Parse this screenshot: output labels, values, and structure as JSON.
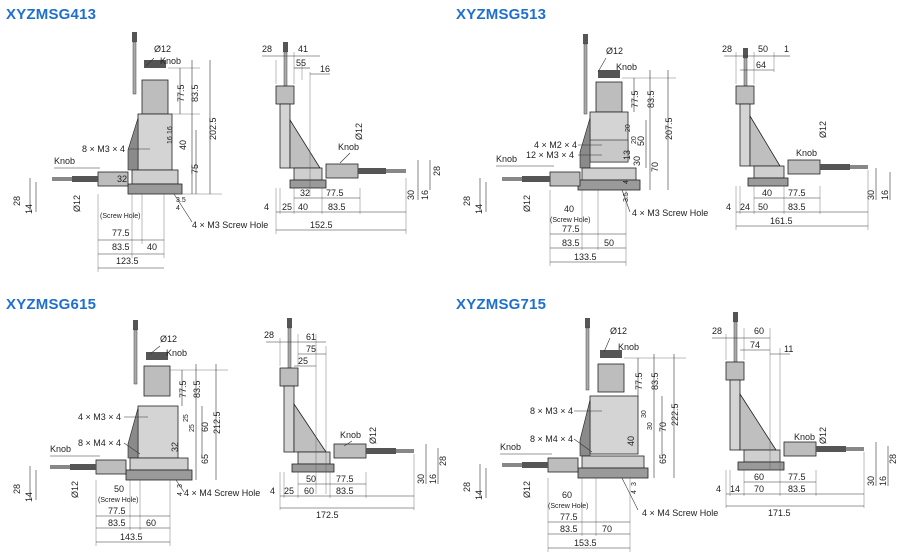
{
  "colors": {
    "title": "#1f6fd1",
    "line": "#333333",
    "body_dark": "#3a3a3a",
    "body_mid": "#8a8a8a",
    "body_light": "#d2d2d2"
  },
  "panels": [
    {
      "title": "XYZMSG413",
      "front": {
        "d12": "Ø12",
        "knob_top": "Knob",
        "v1": "77.5",
        "v2": "83.5",
        "v3": "202.5",
        "v4": "40",
        "v5": "75",
        "v6": "16",
        "v7": "16",
        "hole1": "8 × M3 × 4",
        "knob_side": "Knob",
        "h28": "28",
        "h14": "14",
        "d12s": "Ø12",
        "screw": "32",
        "screw_sub": "(Screw Hole)",
        "b1": "77.5",
        "b2": "83.5",
        "b3": "40",
        "b4": "123.5",
        "s35": "3.5",
        "s4": "4",
        "mhole": "4 × M3 Screw Hole"
      },
      "side": {
        "t28": "28",
        "t41": "41",
        "t55": "55",
        "t16": "16",
        "d12": "Ø12",
        "knob": "Knob",
        "r28": "28",
        "r30": "30",
        "r16": "16",
        "b32": "32",
        "b775": "77.5",
        "b4": "4",
        "b25": "25",
        "b40": "40",
        "b835": "83.5",
        "b1525": "152.5"
      }
    },
    {
      "title": "XYZMSG513",
      "front": {
        "d12": "Ø12",
        "knob_top": "Knob",
        "v1": "77.5",
        "v2": "83.5",
        "v3": "207.5",
        "v4": "70",
        "v5": "50",
        "v6": "20",
        "v7": "20",
        "v8": "13",
        "v9": "30",
        "hole1": "4 × M2 × 4",
        "hole2": "12 × M3 × 4",
        "knob_side": "Knob",
        "h28": "28",
        "h14": "14",
        "d12s": "Ø12",
        "screw": "40",
        "screw_sub": "(Screw Hole)",
        "b1": "77.5",
        "b2": "83.5",
        "b3": "50",
        "b4": "133.5",
        "s35": "3.5",
        "s4": "4",
        "mhole": "4 × M3 Screw Hole"
      },
      "side": {
        "t28": "28",
        "t50": "50",
        "t1": "1",
        "t64": "64",
        "d12": "Ø12",
        "knob": "Knob",
        "r30": "30",
        "r16": "16",
        "b40": "40",
        "b775": "77.5",
        "b4": "4",
        "b24": "24",
        "b50": "50",
        "b835": "83.5",
        "b1615": "161.5"
      }
    },
    {
      "title": "XYZMSG615",
      "front": {
        "d12": "Ø12",
        "knob_top": "Knob",
        "v1": "77.5",
        "v2": "83.5",
        "v3": "212.5",
        "v4": "60",
        "v5": "65",
        "v6": "25",
        "v7": "25",
        "v8": "32",
        "hole1": "4 × M3 × 4",
        "hole2": "8 × M4 × 4",
        "knob_side": "Knob",
        "h28": "28",
        "h14": "14",
        "d12s": "Ø12",
        "screw": "50",
        "screw_sub": "(Screw Hole)",
        "b1": "77.5",
        "b2": "83.5",
        "b3": "60",
        "b4": "143.5",
        "s3": "3",
        "s4": "4",
        "mhole": "4 × M4 Screw Hole"
      },
      "side": {
        "t28": "28",
        "t61": "61",
        "t75": "75",
        "t25": "25",
        "d12": "Ø12",
        "knob": "Knob",
        "r28": "28",
        "r30": "30",
        "r16": "16",
        "b50": "50",
        "b775": "77.5",
        "b4": "4",
        "b25": "25",
        "b60": "60",
        "b835": "83.5",
        "b1725": "172.5"
      }
    },
    {
      "title": "XYZMSG715",
      "front": {
        "d12": "Ø12",
        "knob_top": "Knob",
        "v1": "77.5",
        "v2": "83.5",
        "v3": "222.5",
        "v4": "70",
        "v5": "65",
        "v6": "30",
        "v7": "30",
        "v8": "40",
        "hole1": "8 × M3 × 4",
        "hole2": "8 × M4 × 4",
        "knob_side": "Knob",
        "h28": "28",
        "h14": "14",
        "d12s": "Ø12",
        "screw": "60",
        "screw_sub": "(Screw Hole)",
        "b1": "77.5",
        "b2": "83.5",
        "b3": "70",
        "b4": "153.5",
        "s3": "3",
        "s4": "4",
        "mhole": "4 × M4 Screw Hole"
      },
      "side": {
        "t28": "28",
        "t60": "60",
        "t74": "74",
        "t11": "11",
        "d12": "Ø12",
        "knob": "Knob",
        "r28": "28",
        "r30": "30",
        "r16": "16",
        "b60": "60",
        "b775": "77.5",
        "b4": "4",
        "b14": "14",
        "b70": "70",
        "b835": "83.5",
        "b1715": "171.5"
      }
    }
  ]
}
